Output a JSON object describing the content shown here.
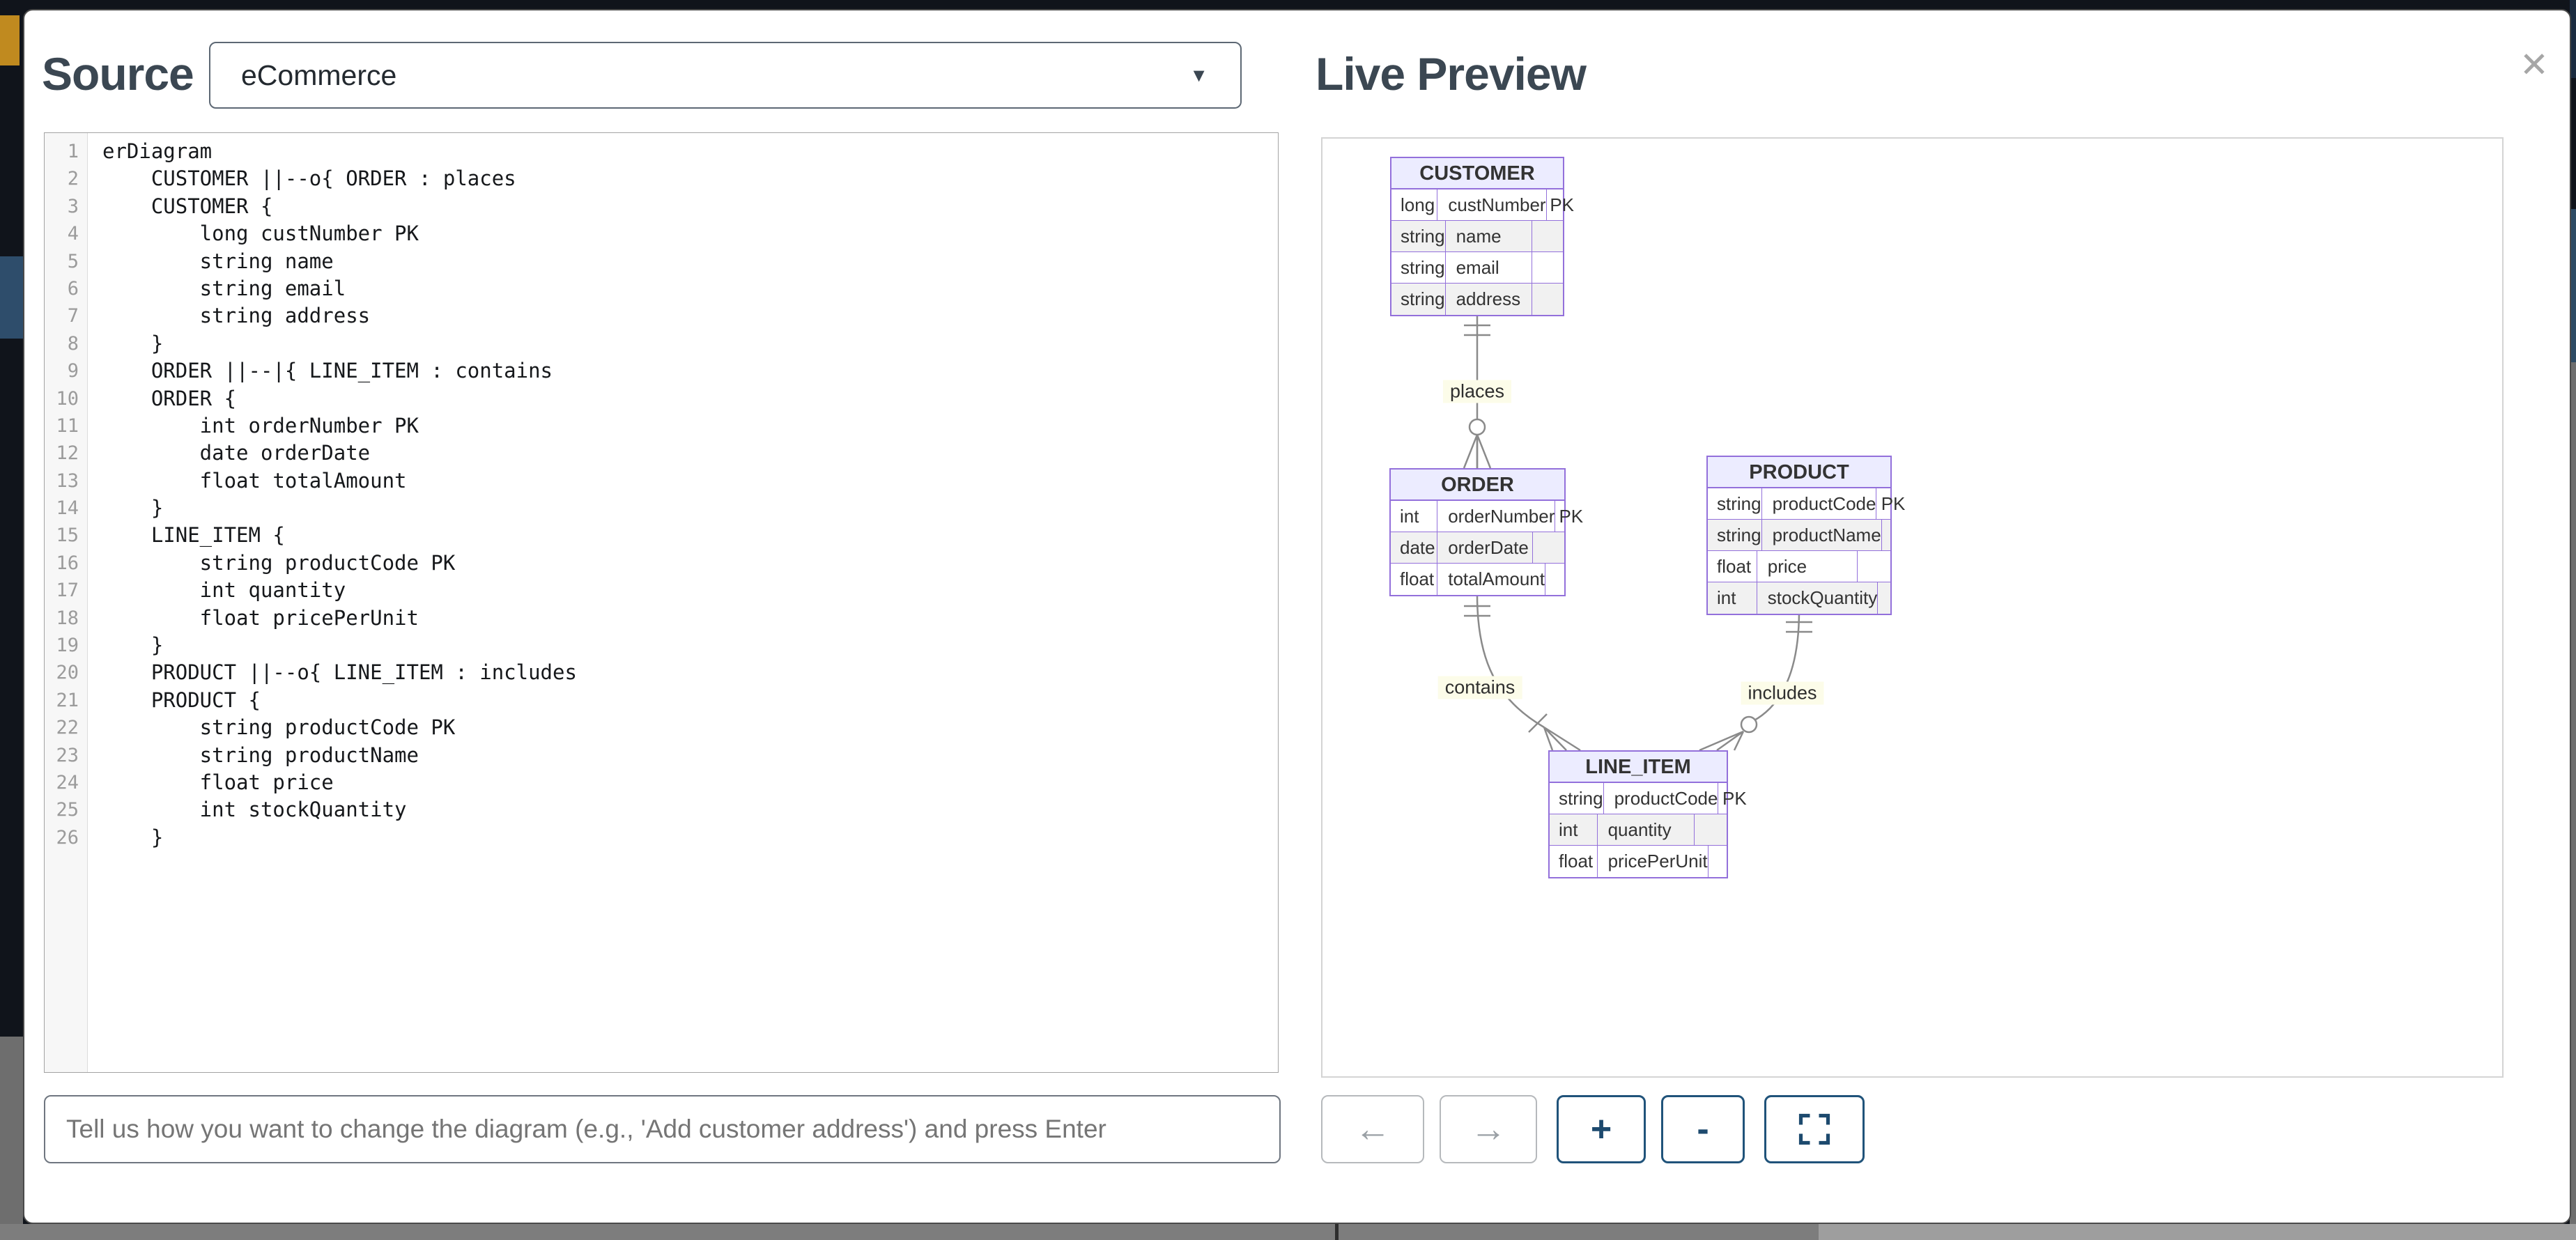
{
  "modal": {
    "close_label": "✕"
  },
  "icons": {
    "chevron_down": "▼",
    "close": "✕",
    "back_arrow": "←",
    "forward_arrow": "→",
    "fullscreen": "corner-brackets"
  },
  "source_panel": {
    "title": "Source",
    "template_select": {
      "value": "eCommerce"
    },
    "editor": {
      "lines": [
        "erDiagram",
        "    CUSTOMER ||--o{ ORDER : places",
        "    CUSTOMER {",
        "        long custNumber PK",
        "        string name",
        "        string email",
        "        string address",
        "    }",
        "    ORDER ||--|{ LINE_ITEM : contains",
        "    ORDER {",
        "        int orderNumber PK",
        "        date orderDate",
        "        float totalAmount",
        "    }",
        "    LINE_ITEM {",
        "        string productCode PK",
        "        int quantity",
        "        float pricePerUnit",
        "    }",
        "    PRODUCT ||--o{ LINE_ITEM : includes",
        "    PRODUCT {",
        "        string productCode PK",
        "        string productName",
        "        float price",
        "        int stockQuantity",
        "    }"
      ]
    },
    "prompt_input": {
      "value": "",
      "placeholder": "Tell us how you want to change the diagram (e.g., 'Add customer address') and press Enter"
    }
  },
  "preview_panel": {
    "title": "Live Preview",
    "diagram": {
      "entities": [
        {
          "id": "customer",
          "name": "CUSTOMER",
          "rows": [
            {
              "type": "long",
              "attr": "custNumber",
              "key": "PK"
            },
            {
              "type": "string",
              "attr": "name",
              "key": ""
            },
            {
              "type": "string",
              "attr": "email",
              "key": ""
            },
            {
              "type": "string",
              "attr": "address",
              "key": ""
            }
          ]
        },
        {
          "id": "order",
          "name": "ORDER",
          "rows": [
            {
              "type": "int",
              "attr": "orderNumber",
              "key": "PK"
            },
            {
              "type": "date",
              "attr": "orderDate",
              "key": ""
            },
            {
              "type": "float",
              "attr": "totalAmount",
              "key": ""
            }
          ]
        },
        {
          "id": "product",
          "name": "PRODUCT",
          "rows": [
            {
              "type": "string",
              "attr": "productCode",
              "key": "PK"
            },
            {
              "type": "string",
              "attr": "productName",
              "key": ""
            },
            {
              "type": "float",
              "attr": "price",
              "key": ""
            },
            {
              "type": "int",
              "attr": "stockQuantity",
              "key": ""
            }
          ]
        },
        {
          "id": "line_item",
          "name": "LINE_ITEM",
          "rows": [
            {
              "type": "string",
              "attr": "productCode",
              "key": "PK"
            },
            {
              "type": "int",
              "attr": "quantity",
              "key": ""
            },
            {
              "type": "float",
              "attr": "pricePerUnit",
              "key": ""
            }
          ]
        }
      ],
      "relationships": [
        {
          "label": "places",
          "from": "CUSTOMER",
          "to": "ORDER",
          "cardinality": "||--o{"
        },
        {
          "label": "contains",
          "from": "ORDER",
          "to": "LINE_ITEM",
          "cardinality": "||--|{"
        },
        {
          "label": "includes",
          "from": "PRODUCT",
          "to": "LINE_ITEM",
          "cardinality": "||--o{"
        }
      ]
    },
    "controls": {
      "back_label": "←",
      "forward_label": "→",
      "zoom_in_label": "+",
      "zoom_out_label": "-"
    }
  },
  "colors": {
    "entity_border": "#9370DB",
    "entity_header_bg": "#ECECFF",
    "row_alt_bg": "#f1f1f1",
    "edge_gray": "#8a8a8a",
    "edge_label_bg": "#fcfce9",
    "button_navy": "#20537a",
    "heading_text": "#3b4752"
  }
}
